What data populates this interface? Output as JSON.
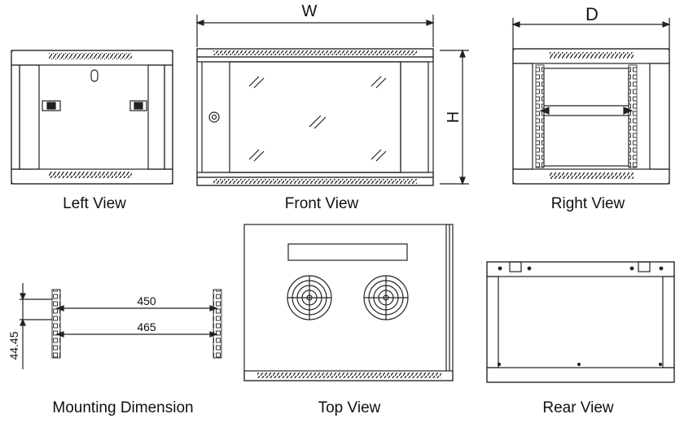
{
  "views": {
    "left": "Left View",
    "front": "Front View",
    "right": "Right View",
    "mounting": "Mounting Dimension",
    "top": "Top View",
    "rear": "Rear View"
  },
  "dimensions": {
    "width": "W",
    "height": "H",
    "depth": "D",
    "rail_outer": "450",
    "rail_inner": "465",
    "unit_height": "44.45"
  }
}
